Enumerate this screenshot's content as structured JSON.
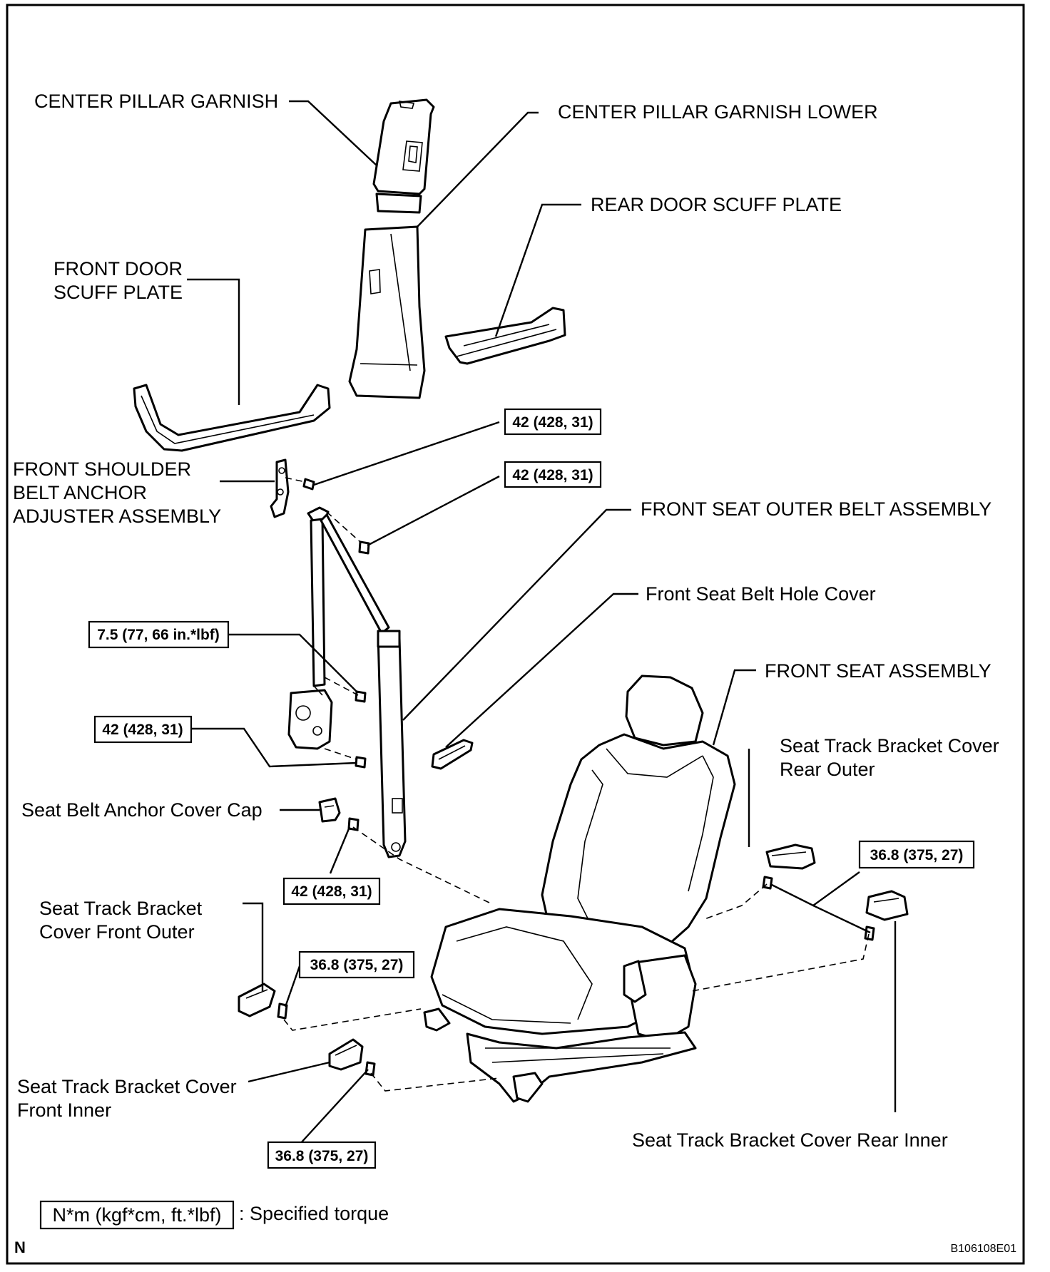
{
  "labels": {
    "center_pillar_garnish": "CENTER PILLAR GARNISH",
    "center_pillar_garnish_lower": "CENTER PILLAR GARNISH LOWER",
    "rear_door_scuff_plate": "REAR DOOR SCUFF PLATE",
    "front_door_scuff_plate_1": "FRONT DOOR",
    "front_door_scuff_plate_2": "SCUFF PLATE",
    "front_shoulder_anchor_1": "FRONT SHOULDER",
    "front_shoulder_anchor_2": "BELT ANCHOR",
    "front_shoulder_anchor_3": "ADJUSTER ASSEMBLY",
    "front_seat_outer_belt": "FRONT SEAT OUTER BELT ASSEMBLY",
    "belt_hole_cover": "Front Seat Belt Hole Cover",
    "front_seat_assembly": "FRONT SEAT ASSEMBLY",
    "rear_outer_cover_1": "Seat Track Bracket Cover",
    "rear_outer_cover_2": "Rear Outer",
    "anchor_cover_cap": "Seat Belt Anchor Cover Cap",
    "front_outer_cover_1": "Seat Track Bracket",
    "front_outer_cover_2": "Cover Front Outer",
    "front_inner_cover_1": "Seat Track Bracket Cover",
    "front_inner_cover_2": "Front Inner",
    "rear_inner_cover": "Seat Track Bracket Cover Rear Inner"
  },
  "torques": {
    "t1": "42 (428, 31)",
    "t2": "42 (428, 31)",
    "t3": "7.5 (77, 66 in.*lbf)",
    "t4": "42 (428, 31)",
    "t5": "42 (428, 31)",
    "t6": "36.8 (375, 27)",
    "t7": "36.8 (375, 27)",
    "t8": "36.8 (375, 27)"
  },
  "legend": {
    "box_text": "N*m (kgf*cm, ft.*lbf)",
    "description": ": Specified torque"
  },
  "footer": {
    "corner_mark": "N",
    "figure_code": "B106108E01"
  }
}
